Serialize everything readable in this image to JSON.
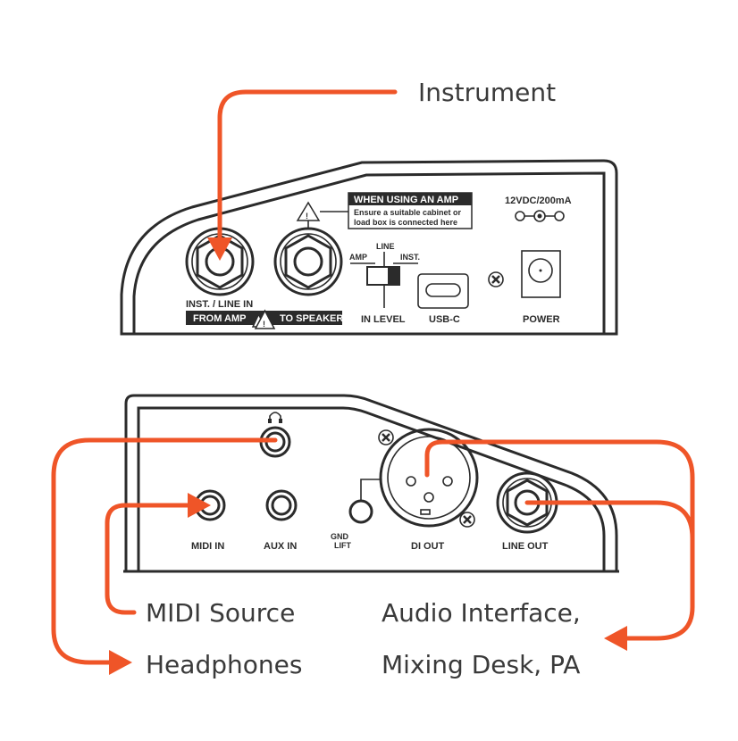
{
  "callouts": {
    "instrument": "Instrument",
    "midi_source": "MIDI Source",
    "headphones": "Headphones",
    "audio_interface_line1": "Audio Interface,",
    "audio_interface_line2": "Mixing Desk, PA"
  },
  "top_panel": {
    "warning_title": "WHEN USING AN AMP",
    "warning_line1": "Ensure a suitable cabinet or",
    "warning_line2": "load box is connected here",
    "power_rating": "12VDC/200mA",
    "inst_line_in": "INST. / LINE IN",
    "from_amp": "FROM AMP",
    "to_speaker": "TO SPEAKER",
    "switch_amp": "AMP",
    "switch_line": "LINE",
    "switch_inst": "INST.",
    "in_level": "IN LEVEL",
    "usb_c": "USB-C",
    "power": "POWER"
  },
  "bottom_panel": {
    "midi_in": "MIDI IN",
    "aux_in": "AUX IN",
    "gnd": "GND",
    "lift": "LIFT",
    "di_out": "DI OUT",
    "line_out": "LINE OUT"
  },
  "colors": {
    "accent": "#ef5528",
    "ink": "#2b2b2b"
  }
}
